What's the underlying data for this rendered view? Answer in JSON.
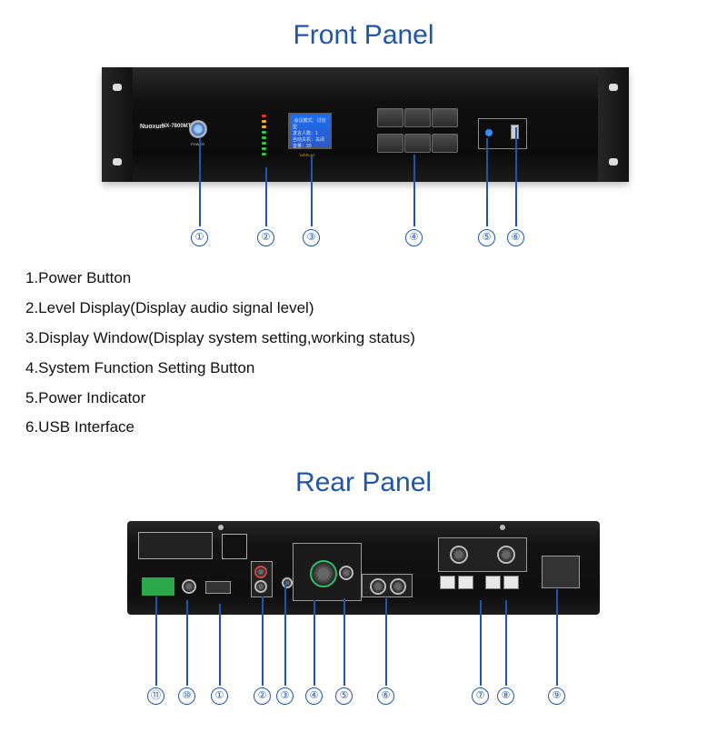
{
  "front": {
    "title": "Front Panel",
    "brand": "Nuoxun",
    "model": "NX-7800MT",
    "power_label": "POWER",
    "lcd_lines": [
      "·会议模式：讨论型",
      "发言人数：1",
      "自动关机：关闭",
      "音量：20"
    ],
    "display_label": "DISPLAY",
    "callouts": [
      "①",
      "②",
      "③",
      "④",
      "⑤",
      "⑥"
    ],
    "descriptions": [
      "1.Power Button",
      "2.Level Display(Display audio signal level)",
      "3.Display Window(Display system setting,working status)",
      "4.System Function Setting Button",
      "5.Power Indicator",
      "6.USB Interface"
    ]
  },
  "rear": {
    "title": "Rear Panel",
    "callouts": [
      "⑪",
      "⑩",
      "①",
      "②",
      "③",
      "④",
      "⑤",
      "⑥",
      "⑦",
      "⑧",
      "⑨"
    ]
  },
  "colors": {
    "accent": "#1f56a8",
    "lcd": "#2a6ae8"
  }
}
